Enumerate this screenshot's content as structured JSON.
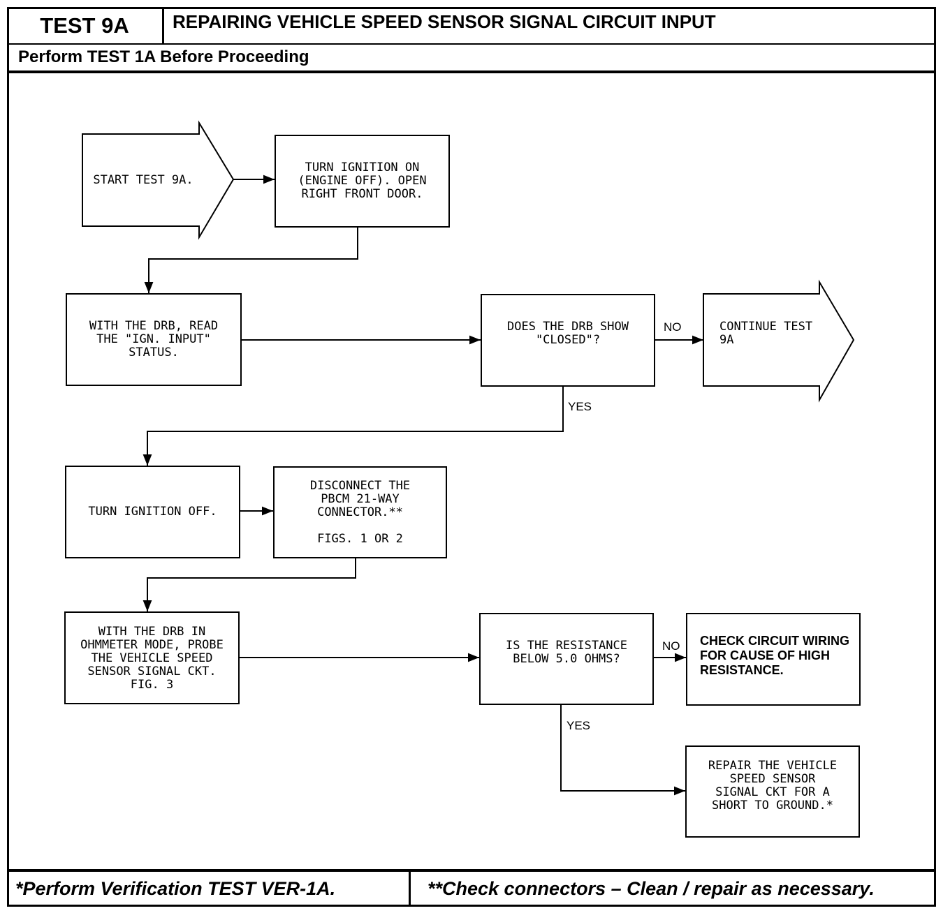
{
  "header": {
    "test_id": "TEST 9A",
    "title": "REPAIRING VEHICLE SPEED SENSOR SIGNAL CIRCUIT INPUT",
    "subtitle": "Perform TEST 1A Before Proceeding"
  },
  "flow": {
    "start": "START TEST 9A.",
    "turn_on": "TURN IGNITION ON\n(ENGINE OFF). OPEN\nRIGHT FRONT DOOR.",
    "read_ign": "WITH THE DRB, READ\nTHE \"IGN. INPUT\"\nSTATUS.",
    "q_closed": "DOES THE DRB SHOW\n\"CLOSED\"?",
    "continue": "CONTINUE TEST\n9A",
    "turn_off": "TURN IGNITION OFF.",
    "disconnect": "DISCONNECT THE\nPBCM 21-WAY\nCONNECTOR.**\n\nFIGS. 1 OR 2",
    "probe": "WITH THE DRB IN\nOHMMETER MODE, PROBE\nTHE VEHICLE SPEED\nSENSOR SIGNAL CKT.\nFIG. 3",
    "q_resistance": "IS THE RESISTANCE\nBELOW 5.0 OHMS?",
    "check_wiring": "CHECK CIRCUIT WIRING\nFOR CAUSE OF HIGH\nRESISTANCE.",
    "repair": "REPAIR THE VEHICLE\nSPEED SENSOR\nSIGNAL CKT FOR A\nSHORT TO GROUND.*"
  },
  "labels": {
    "no1": "NO",
    "yes1": "YES",
    "no2": "NO",
    "yes2": "YES"
  },
  "footer": {
    "left": "*Perform Verification TEST VER-1A.",
    "right": "**Check connectors – Clean / repair as necessary."
  }
}
